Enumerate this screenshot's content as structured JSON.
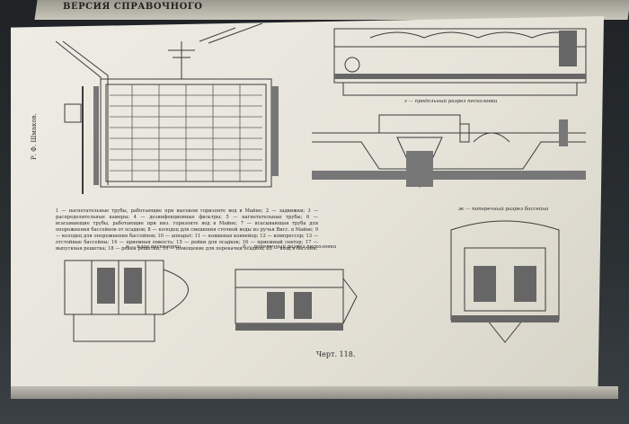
{
  "header": {
    "prev_page_title": "ВЕРСИЯ СПРАВОЧНОГО"
  },
  "spine": {
    "text": "Р. Ф. Шмаков."
  },
  "labels": {
    "longitudinal": "г — продольный разрез песколовки",
    "plan": "в — план песколовки",
    "cross_a": "д — поперечный разрез песколовки",
    "cross_b": "ж — поперечный разрез бассейна"
  },
  "caption": {
    "text": "1 — нагнетательные трубы, работающие при высоком горизонте вод в Майне; 2 — задвижки; 3 — распределительные камеры; 4 — дезинфекционные фильтры; 5 — нагнетательные трубы; 6 — всасывающие трубы, работающие при низ. горизонте вод в Майне; 7 — всасывающая труба для опорожнения бассейнов от осадков; 8 — колодец для смешения сточной воды из ручья Висс. в Майне; 9 — колодец для опорожнения бассейнов; 10 — аппарат; 11 — ковшевая конвейер; 12 — компрессор; 13 — отстойные бассейны; 14 — приемная емкость; 15 — рейки для осадков; 16 — приемный сектор; 17 — выпускная решетка; 18 — рейки решетки; 19 — помещение для перекачки осадков; 20 — вход в бассейн."
  },
  "chart_no": "Черт. 118."
}
